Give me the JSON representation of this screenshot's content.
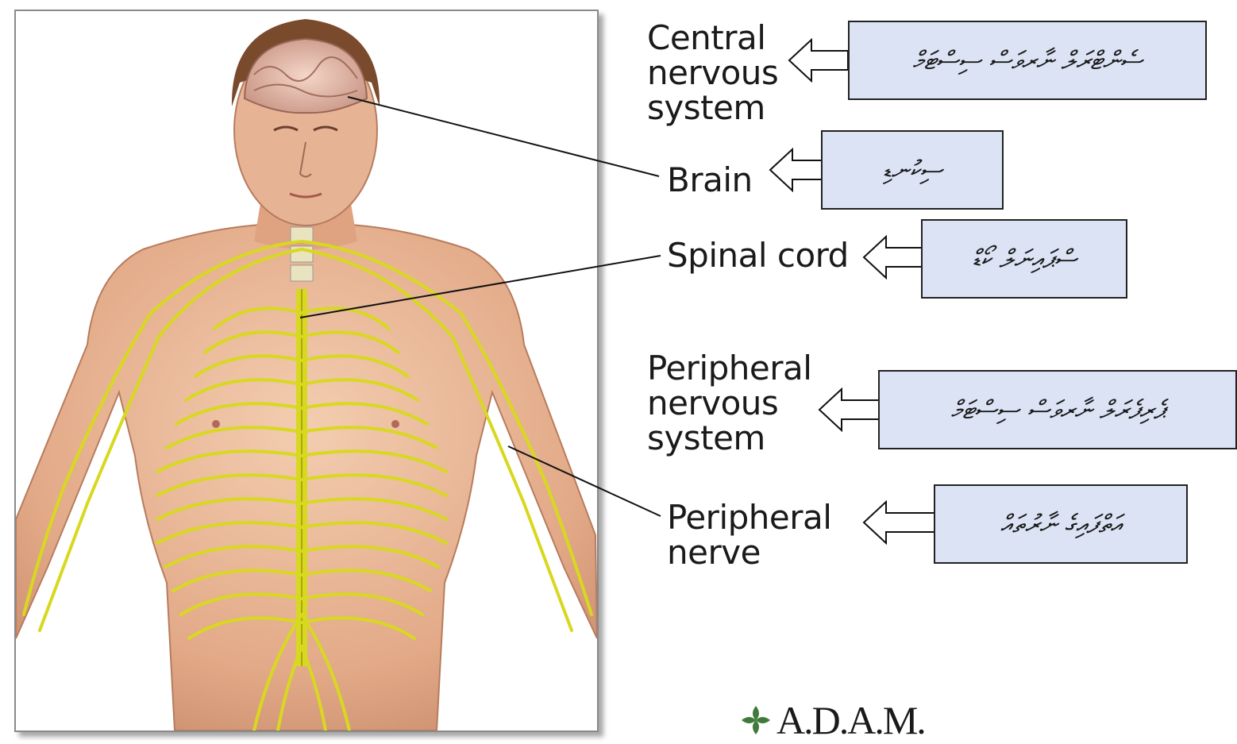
{
  "labels": {
    "cns": "Central\nnervous\nsystem",
    "brain": "Brain",
    "spinal": "Spinal cord",
    "pns": "Peripheral\nnervous\nsystem",
    "nerve": "Peripheral\nnerve"
  },
  "translations": {
    "cns": "ސެންޓްރަލް ނާރވަސް ސިސްޓަމް",
    "brain": "ސިކުނޑި",
    "spinal": "ސްޕައިނަލް ކޯޑް",
    "pns": "ޕެރިފެރަލް ނާރވަސް ސިސްޓަމް",
    "nerve": "އަތްފައިގެ ނާރުތައް"
  },
  "logo": {
    "text": "A.D.A.M."
  },
  "colors": {
    "box_fill": "#dbe3f5",
    "nerve": "#d8d820",
    "skin": "#e8b898"
  }
}
